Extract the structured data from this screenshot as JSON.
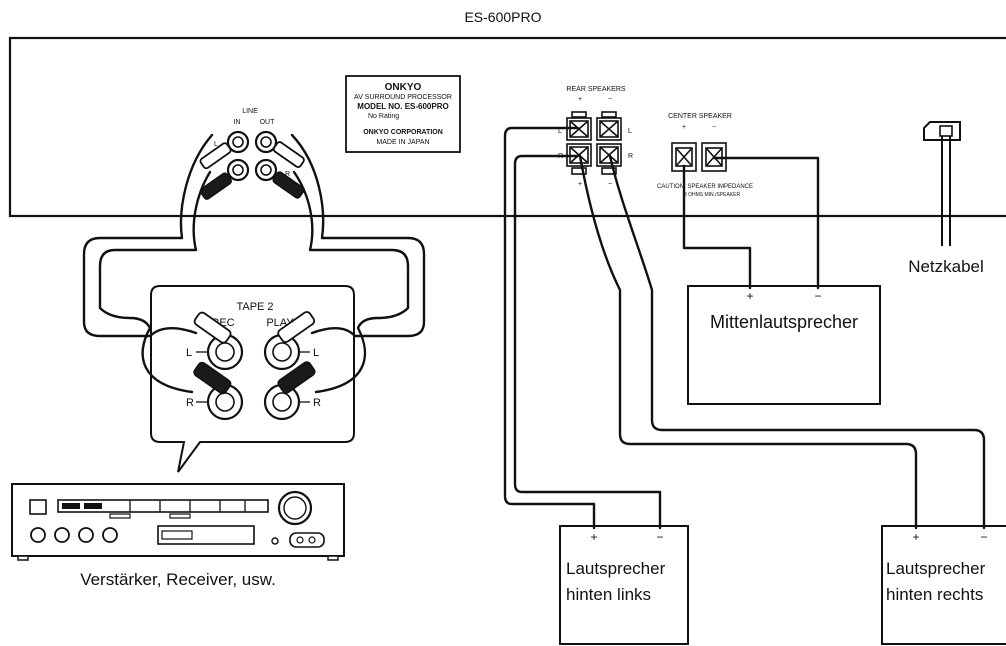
{
  "title": "ES-600PRO",
  "nameplate": {
    "brand": "ONKYO",
    "product": "AV SURROUND PROCESSOR",
    "model": "MODEL NO. ES-600PRO",
    "rating": "No Rating",
    "company": "ONKYO CORPORATION",
    "origin": "MADE IN JAPAN"
  },
  "line_jacks": {
    "label": "LINE",
    "in": "IN",
    "out": "OUT",
    "left": "L",
    "right": "R"
  },
  "rear_speakers": {
    "label": "REAR SPEAKERS",
    "plus": "+",
    "minus": "−",
    "left": "L",
    "right": "R",
    "top_left": "L",
    "top_right": "R"
  },
  "center_speaker": {
    "label": "CENTER SPEAKER",
    "plus": "+",
    "minus": "−",
    "caution": "CAUTION: SPEAKER IMPEDANCE",
    "caution2": "8 OHMS MIN./SPEAKER"
  },
  "power_cable": "Netzkabel",
  "tape": {
    "label": "TAPE 2",
    "rec": "REC",
    "play": "PLAY",
    "left": "L",
    "right": "R"
  },
  "amplifier": "Verstärker, Receiver, usw.",
  "center_box": {
    "label": "Mittenlautsprecher",
    "plus": "+",
    "minus": "−"
  },
  "rear_left_box": {
    "line1": "Lautsprecher",
    "line2": "hinten links",
    "plus": "+",
    "minus": "−"
  },
  "rear_right_box": {
    "line1": "Lautsprecher",
    "line2": "hinten rechts",
    "plus": "+",
    "minus": "−"
  }
}
